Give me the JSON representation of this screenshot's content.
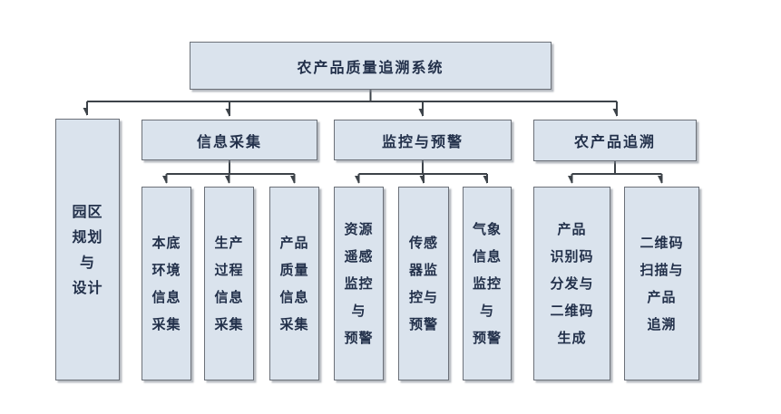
{
  "title": "农产品质量追溯系统",
  "colors": {
    "box_fill": "#dae3ed",
    "box_border": "#6b7078",
    "connector_line": "#3d4349",
    "text": "#22304a",
    "background": "#ffffff"
  },
  "branches": [
    {
      "label": "园区规划与设计",
      "lines": [
        "园区",
        "规划",
        "与",
        "设计"
      ],
      "children": []
    },
    {
      "label": "信息采集",
      "children": [
        {
          "label": "本底环境信息采集",
          "lines": [
            "本底",
            "环境",
            "信息",
            "采集"
          ]
        },
        {
          "label": "生产过程信息采集",
          "lines": [
            "生产",
            "过程",
            "信息",
            "采集"
          ]
        },
        {
          "label": "产品质量信息采集",
          "lines": [
            "产品",
            "质量",
            "信息",
            "采集"
          ]
        }
      ]
    },
    {
      "label": "监控与预警",
      "children": [
        {
          "label": "资源遥感监控与预警",
          "lines": [
            "资源",
            "遥感",
            "监控",
            "与",
            "预警"
          ]
        },
        {
          "label": "传感器监控与预警",
          "lines": [
            "传感",
            "器监",
            "控与",
            "预警"
          ]
        },
        {
          "label": "气象信息监控与预警",
          "lines": [
            "气象",
            "信息",
            "监控",
            "与",
            "预警"
          ]
        }
      ]
    },
    {
      "label": "农产品追溯",
      "children": [
        {
          "label": "产品识别码分发与二维码生成",
          "lines": [
            "产品",
            "识别码",
            "分发与",
            "二维码",
            "生成"
          ]
        },
        {
          "label": "二维码扫描与产品追溯",
          "lines": [
            "二维码",
            "扫描与",
            "产品",
            "追溯"
          ]
        }
      ]
    }
  ]
}
